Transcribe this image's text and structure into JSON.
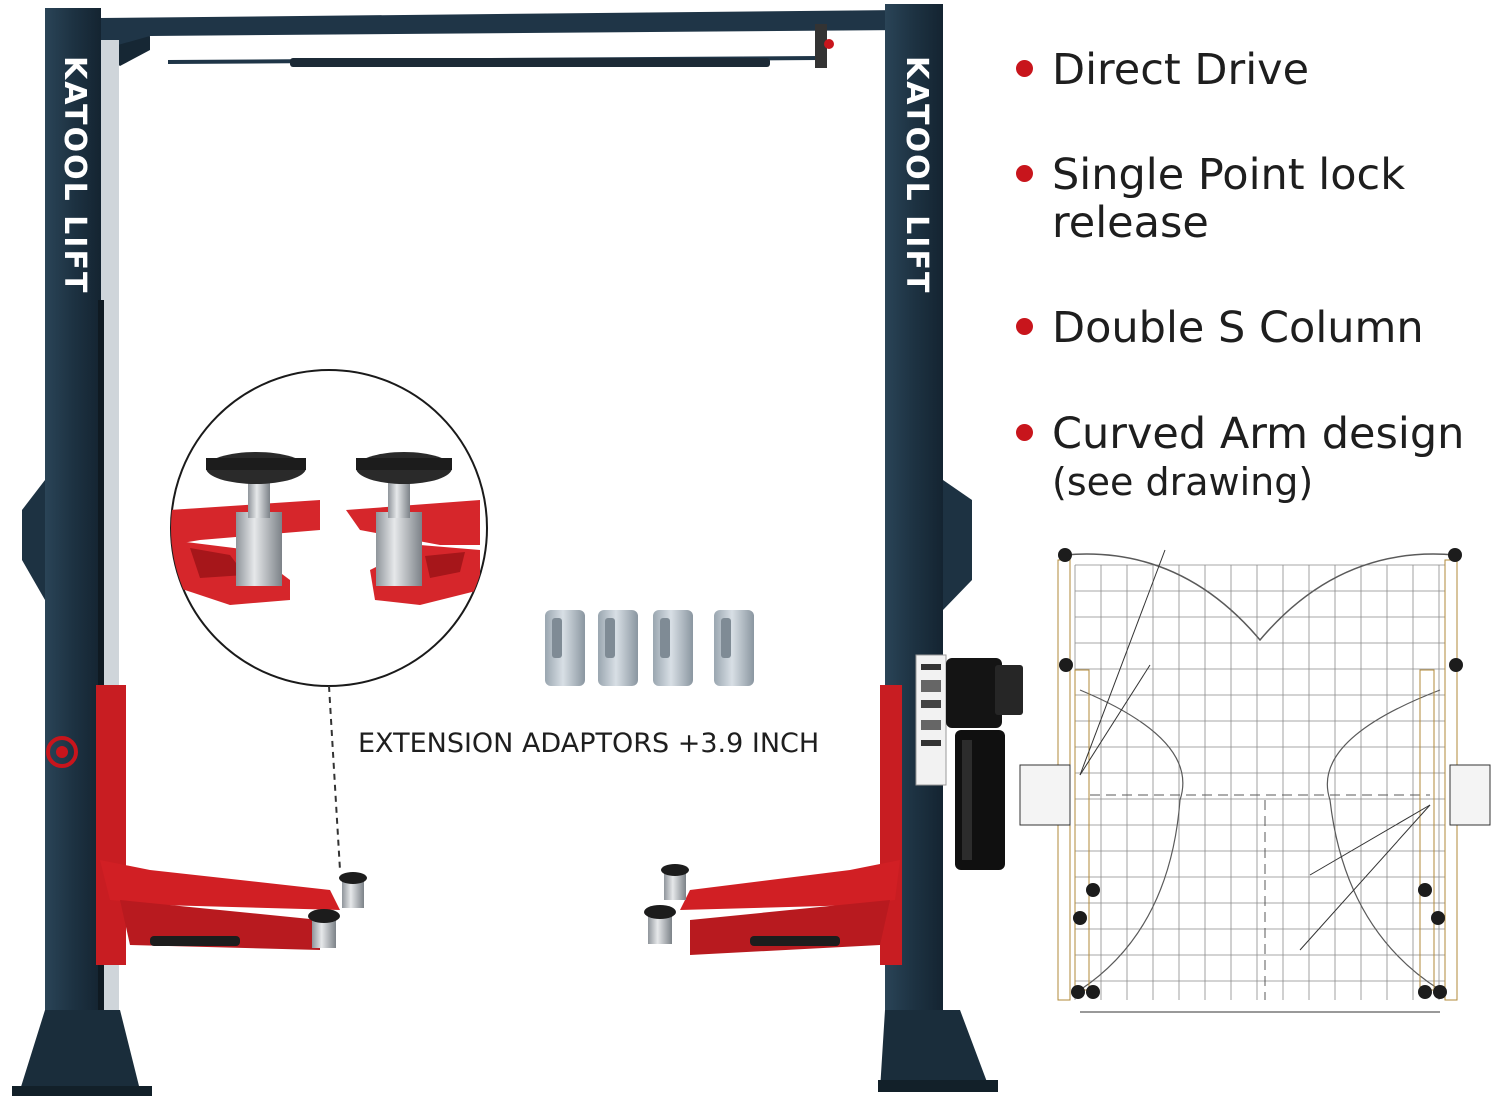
{
  "brand": {
    "column_text_left": "KATOOL LIFT",
    "column_text_right": "KATOOL LIFT",
    "column_color": "#1f3547",
    "arm_color": "#d11f24"
  },
  "features": [
    {
      "label": "Direct Drive",
      "sub": ""
    },
    {
      "label": "Single Point lock",
      "sub": "release"
    },
    {
      "label": "Double S Column",
      "sub": ""
    },
    {
      "label": "Curved Arm design",
      "sub": "(see drawing)"
    }
  ],
  "bullet_color": "#c8151c",
  "adaptors": {
    "caption": "EXTENSION ADAPTORS +3.9  INCH",
    "count": 4
  },
  "drawing": {
    "labels": [
      "",
      "",
      "",
      "",
      ""
    ]
  }
}
